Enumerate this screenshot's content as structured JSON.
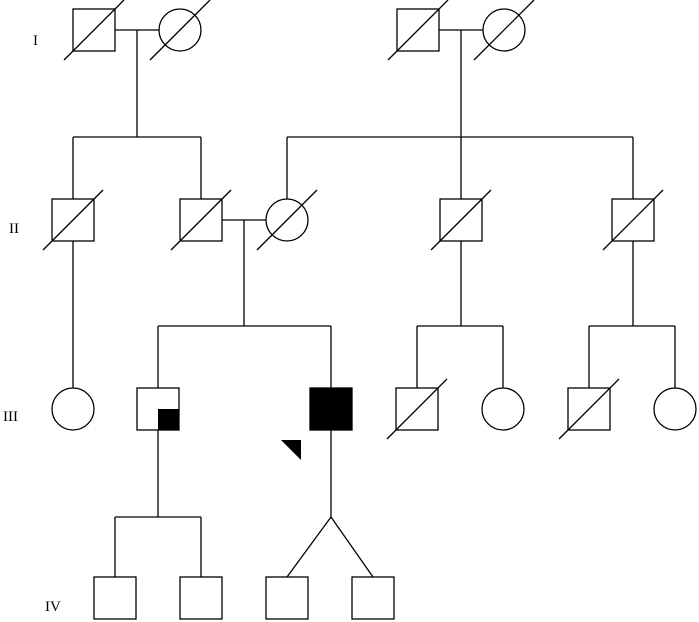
{
  "generations": [
    {
      "id": "gen-1",
      "label": "I"
    },
    {
      "id": "gen-2",
      "label": "II"
    },
    {
      "id": "gen-3",
      "label": "III"
    },
    {
      "id": "gen-4",
      "label": "IV"
    }
  ],
  "individuals": [
    {
      "id": "I-1",
      "sex": "male",
      "deceased": true,
      "affected": "none"
    },
    {
      "id": "I-2",
      "sex": "female",
      "deceased": true,
      "affected": "none"
    },
    {
      "id": "I-3",
      "sex": "male",
      "deceased": true,
      "affected": "none"
    },
    {
      "id": "I-4",
      "sex": "female",
      "deceased": true,
      "affected": "none"
    },
    {
      "id": "II-1",
      "sex": "male",
      "deceased": true,
      "affected": "none"
    },
    {
      "id": "II-2",
      "sex": "male",
      "deceased": true,
      "affected": "none"
    },
    {
      "id": "II-3",
      "sex": "female",
      "deceased": true,
      "affected": "none"
    },
    {
      "id": "II-4",
      "sex": "male",
      "deceased": true,
      "affected": "none"
    },
    {
      "id": "II-5",
      "sex": "male",
      "deceased": true,
      "affected": "none"
    },
    {
      "id": "III-1",
      "sex": "female",
      "deceased": false,
      "affected": "none"
    },
    {
      "id": "III-2",
      "sex": "male",
      "deceased": false,
      "affected": "quadrant"
    },
    {
      "id": "III-3",
      "sex": "male",
      "deceased": false,
      "affected": "full",
      "proband": true
    },
    {
      "id": "III-4",
      "sex": "male",
      "deceased": true,
      "affected": "none"
    },
    {
      "id": "III-5",
      "sex": "female",
      "deceased": false,
      "affected": "none"
    },
    {
      "id": "III-6",
      "sex": "male",
      "deceased": true,
      "affected": "none"
    },
    {
      "id": "III-7",
      "sex": "female",
      "deceased": false,
      "affected": "none"
    },
    {
      "id": "IV-1",
      "sex": "male",
      "deceased": false,
      "affected": "none"
    },
    {
      "id": "IV-2",
      "sex": "male",
      "deceased": false,
      "affected": "none"
    },
    {
      "id": "IV-3",
      "sex": "male",
      "deceased": false,
      "affected": "none",
      "twin": true
    },
    {
      "id": "IV-4",
      "sex": "male",
      "deceased": false,
      "affected": "none",
      "twin": true
    }
  ],
  "colors": {
    "line": "#000000",
    "fill": "#000000",
    "background": "#ffffff"
  }
}
